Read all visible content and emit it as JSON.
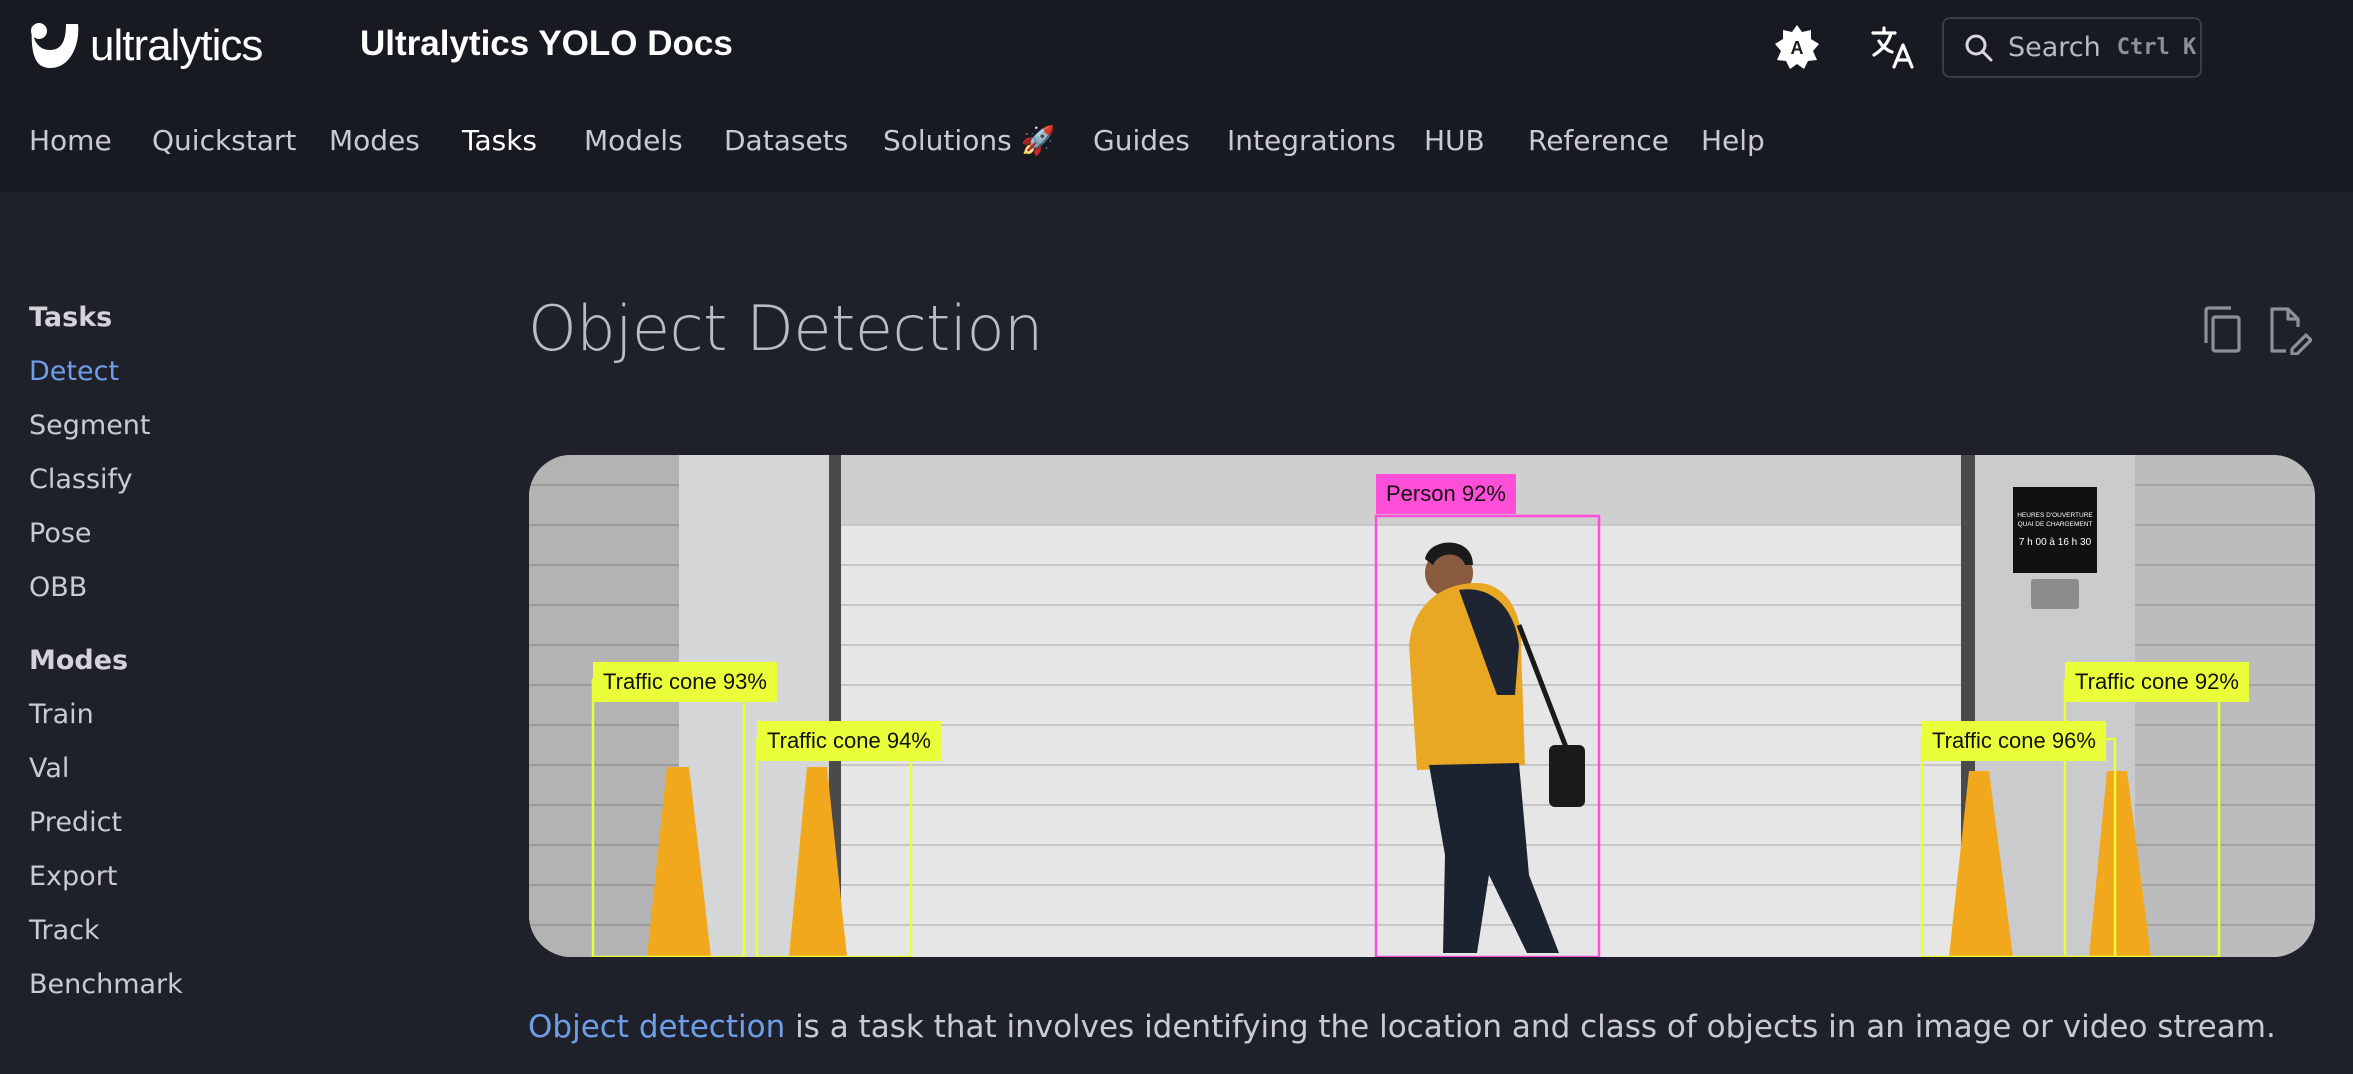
{
  "header": {
    "logo_text": "ultralytics",
    "site_title": "Ultralytics YOLO Docs",
    "search": {
      "placeholder": "Search",
      "shortcut": "Ctrl K"
    }
  },
  "tabs": [
    {
      "label": "Home",
      "active": false
    },
    {
      "label": "Quickstart",
      "active": false
    },
    {
      "label": "Modes",
      "active": false
    },
    {
      "label": "Tasks",
      "active": true
    },
    {
      "label": "Models",
      "active": false
    },
    {
      "label": "Datasets",
      "active": false
    },
    {
      "label": "Solutions 🚀",
      "active": false
    },
    {
      "label": "Guides",
      "active": false
    },
    {
      "label": "Integrations",
      "active": false
    },
    {
      "label": "HUB",
      "active": false
    },
    {
      "label": "Reference",
      "active": false
    },
    {
      "label": "Help",
      "active": false
    }
  ],
  "sidebar": {
    "sections": [
      {
        "title": "Tasks",
        "items": [
          {
            "label": "Detect",
            "active": true
          },
          {
            "label": "Segment",
            "active": false
          },
          {
            "label": "Classify",
            "active": false
          },
          {
            "label": "Pose",
            "active": false
          },
          {
            "label": "OBB",
            "active": false
          }
        ]
      },
      {
        "title": "Modes",
        "items": [
          {
            "label": "Train",
            "active": false
          },
          {
            "label": "Val",
            "active": false
          },
          {
            "label": "Predict",
            "active": false
          },
          {
            "label": "Export",
            "active": false
          },
          {
            "label": "Track",
            "active": false
          },
          {
            "label": "Benchmark",
            "active": false
          }
        ]
      }
    ]
  },
  "main": {
    "title": "Object Detection",
    "hero_sign": [
      "HEURES D'OUVERTURE",
      "QUAI DE CHARGEMENT",
      "7 h 00 à 16 h 30"
    ],
    "detections": [
      {
        "label": "Traffic cone",
        "confidence": "93%",
        "class": "cone"
      },
      {
        "label": "Traffic cone",
        "confidence": "94%",
        "class": "cone"
      },
      {
        "label": "Person",
        "confidence": "92%",
        "class": "person"
      },
      {
        "label": "Traffic cone",
        "confidence": "96%",
        "class": "cone"
      },
      {
        "label": "Traffic cone",
        "confidence": "92%",
        "class": "cone"
      }
    ],
    "intro_link": "Object detection",
    "intro_rest": " is a task that involves identifying the location and class of objects in an image or video stream."
  },
  "colors": {
    "accent": "#6f9ee8",
    "header_bg": "#181a21",
    "page_bg": "#1f212a",
    "cone_box": "#eaff3a",
    "person_box": "#ff4fd8"
  },
  "icons": [
    "ultralytics-logo-icon",
    "theme-toggle-icon",
    "translate-icon",
    "search-icon",
    "copy-page-icon",
    "edit-page-icon"
  ]
}
